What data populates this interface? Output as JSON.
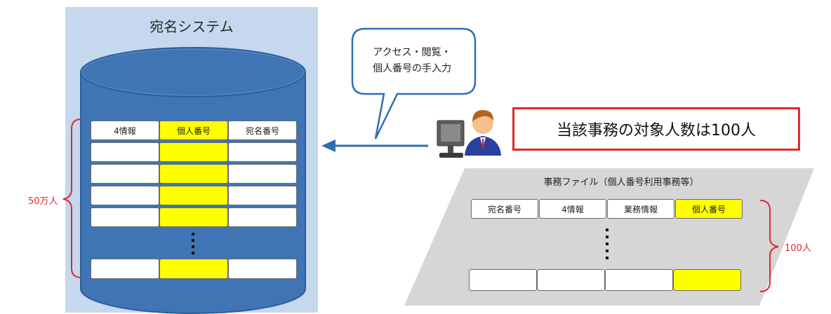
{
  "atena_system": {
    "title": "宛名システム",
    "headers": [
      "4情報",
      "個人番号",
      "宛名番号"
    ],
    "count_label": "50万人"
  },
  "speech_bubble": {
    "line1": "アクセス・閲覧・",
    "line2": "個人番号の手入力"
  },
  "callout": {
    "text": "当該事務の対象人数は100人"
  },
  "jimu_file": {
    "title": "事務ファイル（個人番号利用事務等）",
    "headers": [
      "宛名番号",
      "4情報",
      "業務情報",
      "個人番号"
    ],
    "count_label": "100人"
  },
  "colors": {
    "panel_bg": "#c5d8ee",
    "cylinder": "#3f75b5",
    "cylinder_outline": "#2d5f98",
    "highlight": "#ffff00",
    "accent_red": "#e0292f",
    "arrow": "#2e6fb2",
    "file_bg": "#d6d6d6"
  },
  "icons": [
    "user-at-computer-icon"
  ]
}
